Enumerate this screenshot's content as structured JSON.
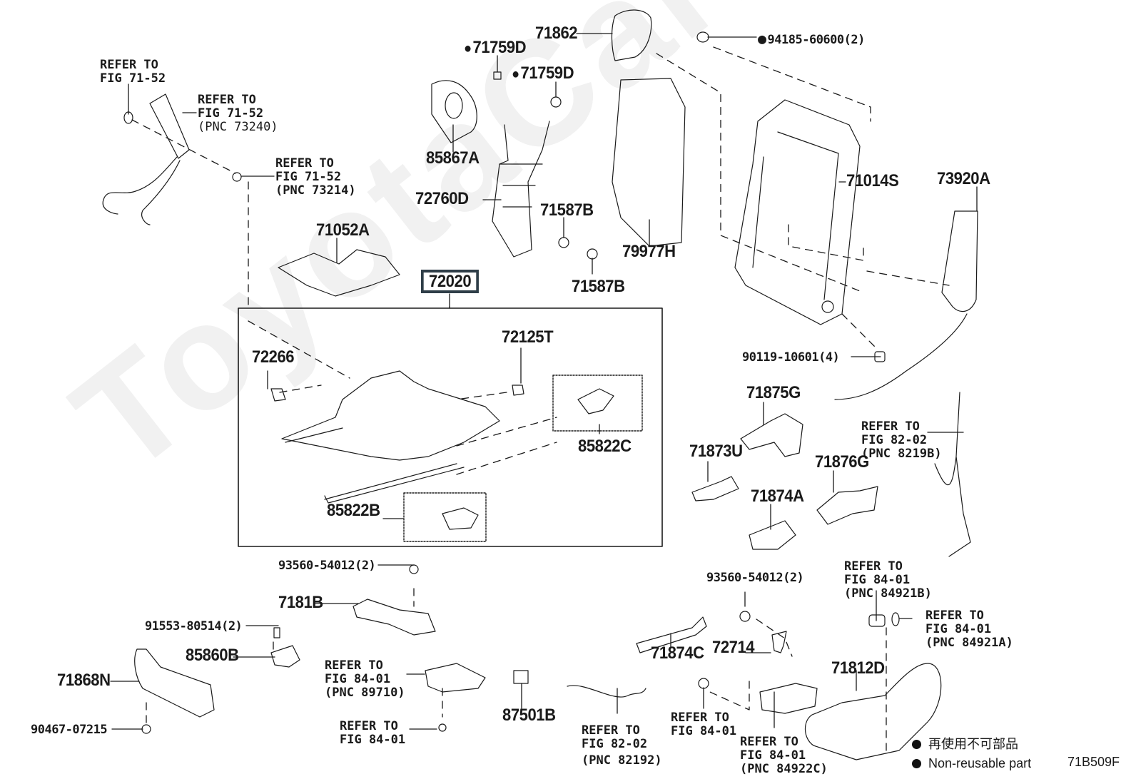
{
  "watermark": "ToyotaCarMore.ru",
  "assembly_box_label": "72020",
  "parts": [
    {
      "id": "71862",
      "label": "71862",
      "non_reusable": false
    },
    {
      "id": "71759D-a",
      "label": "71759D",
      "non_reusable": true
    },
    {
      "id": "71759D-b",
      "label": "71759D",
      "non_reusable": true
    },
    {
      "id": "94185-60600",
      "label": "94185-60600(2)",
      "non_reusable": true
    },
    {
      "id": "85867A",
      "label": "85867A",
      "non_reusable": false
    },
    {
      "id": "72760D",
      "label": "72760D",
      "non_reusable": false
    },
    {
      "id": "71587B-a",
      "label": "71587B",
      "non_reusable": false
    },
    {
      "id": "71587B-b",
      "label": "71587B",
      "non_reusable": false
    },
    {
      "id": "79977H",
      "label": "79977H",
      "non_reusable": false
    },
    {
      "id": "71014S",
      "label": "71014S",
      "non_reusable": false
    },
    {
      "id": "73920A",
      "label": "73920A",
      "non_reusable": false
    },
    {
      "id": "71052A",
      "label": "71052A",
      "non_reusable": false
    },
    {
      "id": "72266",
      "label": "72266",
      "non_reusable": false
    },
    {
      "id": "72125T",
      "label": "72125T",
      "non_reusable": false
    },
    {
      "id": "85822C",
      "label": "85822C",
      "non_reusable": false
    },
    {
      "id": "85822B",
      "label": "85822B",
      "non_reusable": false
    },
    {
      "id": "90119-10601",
      "label": "90119-10601(4)",
      "non_reusable": false
    },
    {
      "id": "71875G",
      "label": "71875G",
      "non_reusable": false
    },
    {
      "id": "71873U",
      "label": "71873U",
      "non_reusable": false
    },
    {
      "id": "71876G",
      "label": "71876G",
      "non_reusable": false
    },
    {
      "id": "71874A",
      "label": "71874A",
      "non_reusable": false
    },
    {
      "id": "93560-54012-a",
      "label": "93560-54012(2)",
      "non_reusable": false
    },
    {
      "id": "93560-54012-b",
      "label": "93560-54012(2)",
      "non_reusable": false
    },
    {
      "id": "7181B",
      "label": "7181B",
      "non_reusable": false
    },
    {
      "id": "91553-80514",
      "label": "91553-80514(2)",
      "non_reusable": false
    },
    {
      "id": "85860B",
      "label": "85860B",
      "non_reusable": false
    },
    {
      "id": "71868N",
      "label": "71868N",
      "non_reusable": false
    },
    {
      "id": "90467-07215",
      "label": "90467-07215",
      "non_reusable": false
    },
    {
      "id": "87501B",
      "label": "87501B",
      "non_reusable": false
    },
    {
      "id": "71874C",
      "label": "71874C",
      "non_reusable": false
    },
    {
      "id": "72714",
      "label": "72714",
      "non_reusable": false
    },
    {
      "id": "71812D",
      "label": "71812D",
      "non_reusable": false
    }
  ],
  "references": [
    {
      "id": "ref-71-52-top",
      "lines": [
        "REFER TO",
        "FIG 71-52"
      ]
    },
    {
      "id": "ref-71-52-73240",
      "lines": [
        "REFER TO",
        "FIG 71-52",
        "(PNC 73240)"
      ]
    },
    {
      "id": "ref-71-52-73214",
      "lines": [
        "REFER TO",
        "FIG 71-52",
        "(PNC 73214)"
      ]
    },
    {
      "id": "ref-82-02-8219B",
      "lines": [
        "REFER TO",
        "FIG 82-02",
        "(PNC 8219B)"
      ]
    },
    {
      "id": "ref-84-01-84921B",
      "lines": [
        "REFER TO",
        "FIG 84-01",
        "(PNC 84921B)"
      ]
    },
    {
      "id": "ref-84-01-84921A",
      "lines": [
        "REFER TO",
        "FIG 84-01",
        "(PNC 84921A)"
      ]
    },
    {
      "id": "ref-84-01-89710",
      "lines": [
        "REFER TO",
        "FIG 84-01",
        "(PNC 89710)"
      ]
    },
    {
      "id": "ref-84-01-bolt",
      "lines": [
        "REFER TO",
        "FIG 84-01"
      ]
    },
    {
      "id": "ref-82-02-82192",
      "lines": [
        "REFER TO",
        "FIG 82-02",
        "(PNC 82192)"
      ]
    },
    {
      "id": "ref-84-01-screw",
      "lines": [
        "REFER TO",
        "FIG 84-01"
      ]
    },
    {
      "id": "ref-84-01-84922C",
      "lines": [
        "REFER TO",
        "FIG 84-01",
        "(PNC 84922C)"
      ]
    }
  ],
  "legend": {
    "japanese": "再使用不可部品",
    "english": "Non-reusable part"
  },
  "figure_code": "71B509F"
}
